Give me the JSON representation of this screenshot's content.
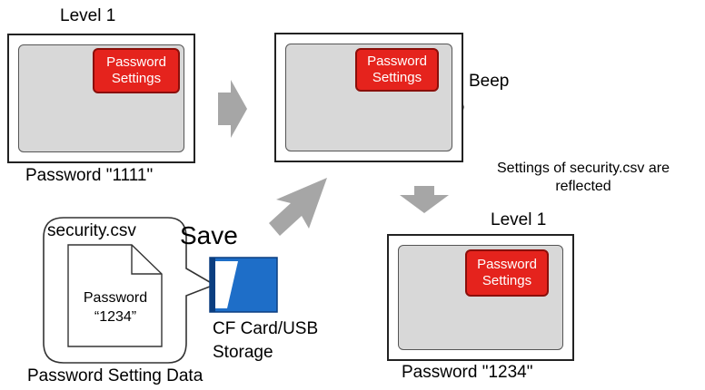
{
  "panel_left": {
    "level": "Level 1",
    "button_line1": "Password",
    "button_line2": "Settings",
    "password_caption": "Password \"1111\""
  },
  "panel_middle": {
    "button_line1": "Password",
    "button_line2": "Settings",
    "beep": "Beep"
  },
  "panel_right": {
    "level": "Level 1",
    "button_line1": "Password",
    "button_line2": "Settings",
    "password_caption": "Password \"1234\""
  },
  "reflect_note_line1": "Settings of security.csv are",
  "reflect_note_line2": "reflected",
  "save_label": "Save",
  "file": {
    "name": "security.csv",
    "content_line1": "Password",
    "content_line2": "“1234”",
    "caption": "Password Setting Data"
  },
  "storage": {
    "line1": "CF Card/USB",
    "line2": "Storage"
  },
  "colors": {
    "button_red": "#e5231d",
    "arrow_gray": "#a6a6a6",
    "card_blue": "#1e6ec8"
  }
}
